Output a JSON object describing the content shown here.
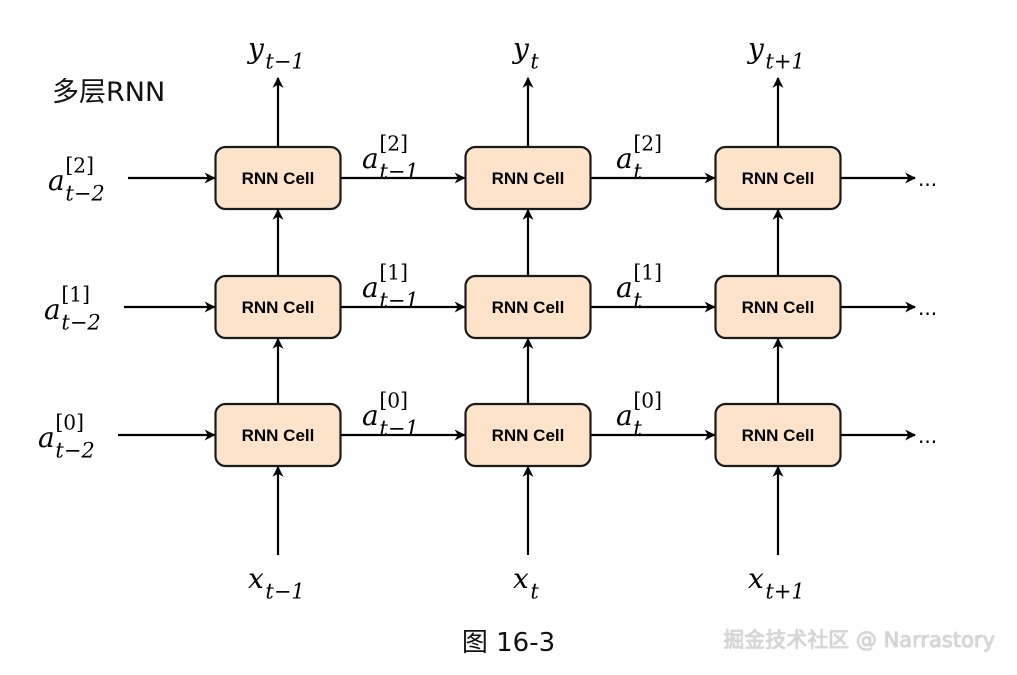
{
  "title": "多层RNN",
  "caption": "图 16-3",
  "watermark": "掘金技术社区 @ Narrastory",
  "cell_label": "RNN Cell",
  "colors": {
    "cell_fill": "#fde3c9",
    "cell_stroke": "#1a1a1a",
    "arrow": "#000000"
  },
  "columns": [
    {
      "output": {
        "base": "y",
        "sub": "t−1"
      },
      "input": {
        "base": "x",
        "sub": "t−1"
      }
    },
    {
      "output": {
        "base": "y",
        "sub": "t"
      },
      "input": {
        "base": "x",
        "sub": "t"
      }
    },
    {
      "output": {
        "base": "y",
        "sub": "t+1"
      },
      "input": {
        "base": "x",
        "sub": "t+1"
      }
    }
  ],
  "layers": [
    {
      "sup": "[2]",
      "initial": "t−2",
      "between": [
        "t−1",
        "t"
      ],
      "trailing": "..."
    },
    {
      "sup": "[1]",
      "initial": "t−2",
      "between": [
        "t−1",
        "t"
      ],
      "trailing": "..."
    },
    {
      "sup": "[0]",
      "initial": "t−2",
      "between": [
        "t−1",
        "t"
      ],
      "trailing": "..."
    }
  ],
  "state_base": "a"
}
